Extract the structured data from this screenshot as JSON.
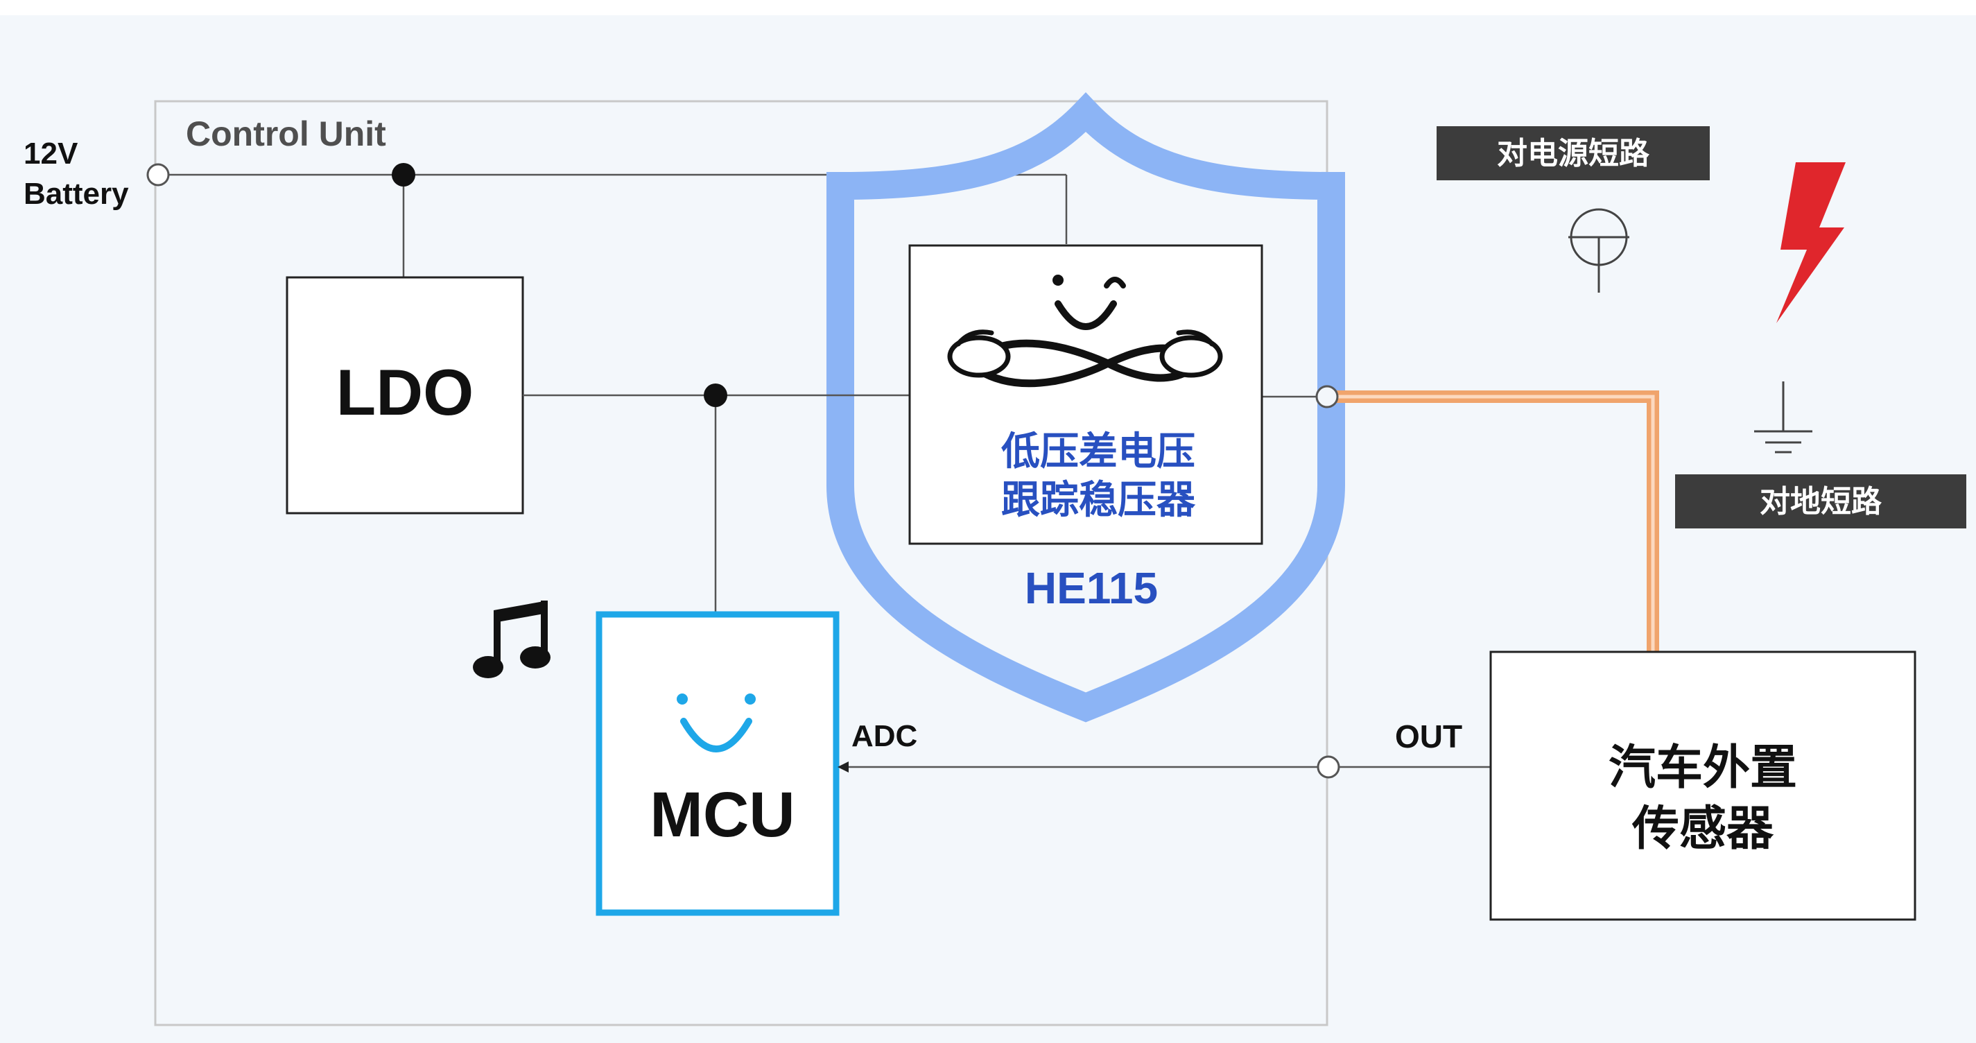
{
  "battery": {
    "line1": "12V",
    "line2": "Battery"
  },
  "control_unit": {
    "label": "Control Unit"
  },
  "ldo": {
    "label": "LDO"
  },
  "regulator": {
    "line1": "低压差电压",
    "line2": "跟踪稳压器",
    "part_number": "HE115"
  },
  "mcu": {
    "label": "MCU",
    "adc_label": "ADC"
  },
  "sensor": {
    "line1": "汽车外置",
    "line2": "传感器",
    "out_label": "OUT"
  },
  "faults": {
    "short_to_supply": "对电源短路",
    "short_to_ground": "对地短路"
  },
  "colors": {
    "shield": "#8cb4f5",
    "mcu_border": "#1ea7e8",
    "regulator_text": "#2850c0",
    "harness": "#f0a46c",
    "lightning": "#e0262c",
    "fault_badge": "#3c3c3c",
    "panel": "#f3f7fb"
  },
  "icons": [
    "music-note-icon",
    "lightning-icon",
    "ground-icon",
    "supply-symbol-icon",
    "smile-face-icon",
    "hug-mascot-icon"
  ]
}
